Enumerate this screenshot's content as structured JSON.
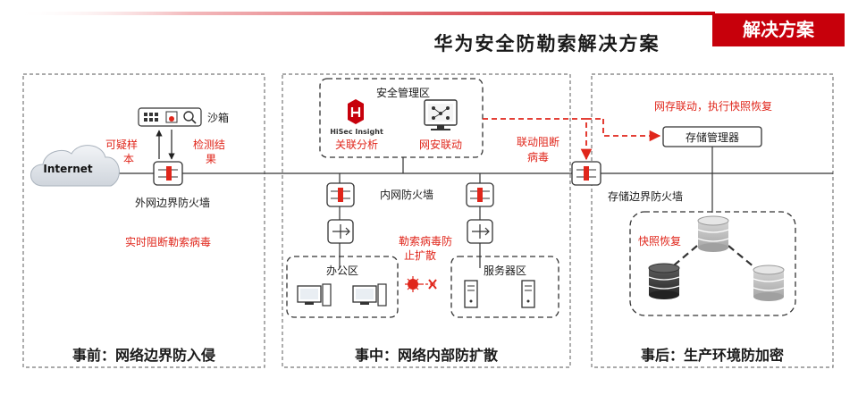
{
  "header": {
    "badge": "解决方案",
    "title": "华为安全防勒索解决方案"
  },
  "phases": {
    "before": "事前：网络边界防入侵",
    "during": "事中：网络内部防扩散",
    "after": "事后：生产环境防加密"
  },
  "left": {
    "internet": "Internet",
    "sandbox": "沙箱",
    "suspicious_line1": "可疑样",
    "suspicious_line2": "本",
    "detect_line1": "检测结",
    "detect_line2": "果",
    "firewall": "外网边界防火墙",
    "realtime_block": "实时阻断勒索病毒"
  },
  "middle": {
    "mgmt_zone": "安全管理区",
    "hisec_name": "HiSec Insight",
    "correlation": "关联分析",
    "net_linkage": "网安联动",
    "intranet_fw": "内网防火墙",
    "spread_line1": "勒索病毒防",
    "spread_line2": "止扩散",
    "office_zone": "办公区",
    "server_zone": "服务器区"
  },
  "right": {
    "link_block_line1": "联动阻断",
    "link_block_line2": "病毒",
    "storage_linkage": "网存联动，执行快照恢复",
    "storage_manager": "存储管理器",
    "storage_fw": "存储边界防火墙",
    "snapshot_restore": "快照恢复"
  },
  "colors": {
    "brand_red": "#c7000b",
    "label_red": "#e0261b",
    "dark_text": "#1a1a1a",
    "border_gray": "#666666"
  }
}
